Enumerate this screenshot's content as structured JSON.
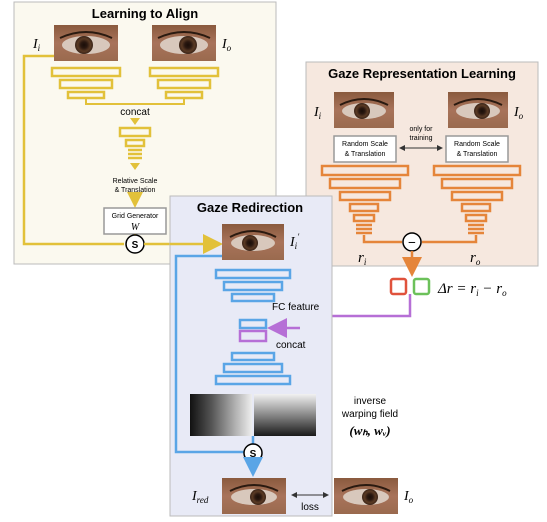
{
  "colors": {
    "align": "#e2c13a",
    "gaze": "#e5853a",
    "redirect": "#5aa5e6",
    "fc": "#b66fd6",
    "green": "#6cc15a",
    "red": "#e0523c",
    "align_bg": "#fbf9ef",
    "gaze_bg": "#f6e8df",
    "redirect_bg": "#e8eaf6"
  },
  "align": {
    "title": "Learning to Align",
    "input_label": "I",
    "input_sub": "i",
    "output_label": "I",
    "output_sub": "o",
    "concat": "concat",
    "rel_line1": "Relative Scale",
    "rel_line2": "& Translation",
    "grid_line1": "Grid Generator",
    "grid_line2": "W",
    "sampler": "S"
  },
  "gaze": {
    "title": "Gaze Representation Learning",
    "input_label": "I",
    "input_sub": "i",
    "output_label": "I",
    "output_sub": "o",
    "rst_line1": "Random Scale",
    "rst_line2": "& Translation",
    "only_line1": "only for",
    "only_line2": "training",
    "ri_base": "r",
    "ri_sub": "i",
    "ro_base": "r",
    "ro_sub": "o",
    "minus": "−",
    "delta": "Δr = r",
    "delta_sub1": "i",
    "delta_mid": " − r",
    "delta_sub2": "o"
  },
  "redirect": {
    "title": "Gaze Redirection",
    "warped_label": "I",
    "warped_sub": "i",
    "warped_prime": "′",
    "fc_feature": "FC feature",
    "concat": "concat",
    "inverse_line1": "inverse",
    "inverse_line2": "warping field",
    "field_formula": "(wₕ, wᵥ)",
    "sampler": "S",
    "red_label": "I",
    "red_sub": "red",
    "out_label": "I",
    "out_sub": "o",
    "loss": "loss"
  }
}
